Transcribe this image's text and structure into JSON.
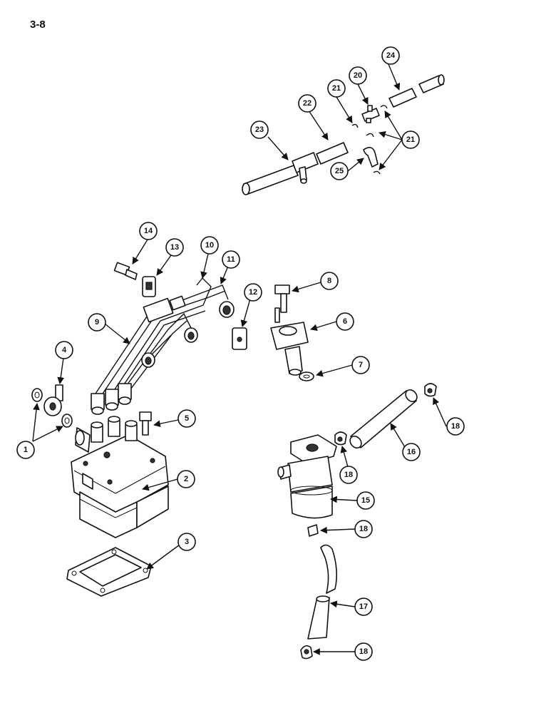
{
  "page": {
    "number": "3-8"
  },
  "callouts": [
    {
      "id": "c1",
      "label": "1"
    },
    {
      "id": "c2",
      "label": "2"
    },
    {
      "id": "c3",
      "label": "3"
    },
    {
      "id": "c4",
      "label": "4"
    },
    {
      "id": "c5",
      "label": "5"
    },
    {
      "id": "c6",
      "label": "6"
    },
    {
      "id": "c7",
      "label": "7"
    },
    {
      "id": "c8",
      "label": "8"
    },
    {
      "id": "c9",
      "label": "9"
    },
    {
      "id": "c10",
      "label": "10"
    },
    {
      "id": "c11",
      "label": "11"
    },
    {
      "id": "c12",
      "label": "12"
    },
    {
      "id": "c13",
      "label": "13"
    },
    {
      "id": "c14",
      "label": "14"
    },
    {
      "id": "c15",
      "label": "15"
    },
    {
      "id": "c16",
      "label": "16"
    },
    {
      "id": "c17",
      "label": "17"
    },
    {
      "id": "c18a",
      "label": "18"
    },
    {
      "id": "c18b",
      "label": "18"
    },
    {
      "id": "c18c",
      "label": "18"
    },
    {
      "id": "c18d",
      "label": "18"
    },
    {
      "id": "c20",
      "label": "20"
    },
    {
      "id": "c21a",
      "label": "21"
    },
    {
      "id": "c21b",
      "label": "21"
    },
    {
      "id": "c22",
      "label": "22"
    },
    {
      "id": "c23",
      "label": "23"
    },
    {
      "id": "c24",
      "label": "24"
    },
    {
      "id": "c25",
      "label": "25"
    }
  ]
}
